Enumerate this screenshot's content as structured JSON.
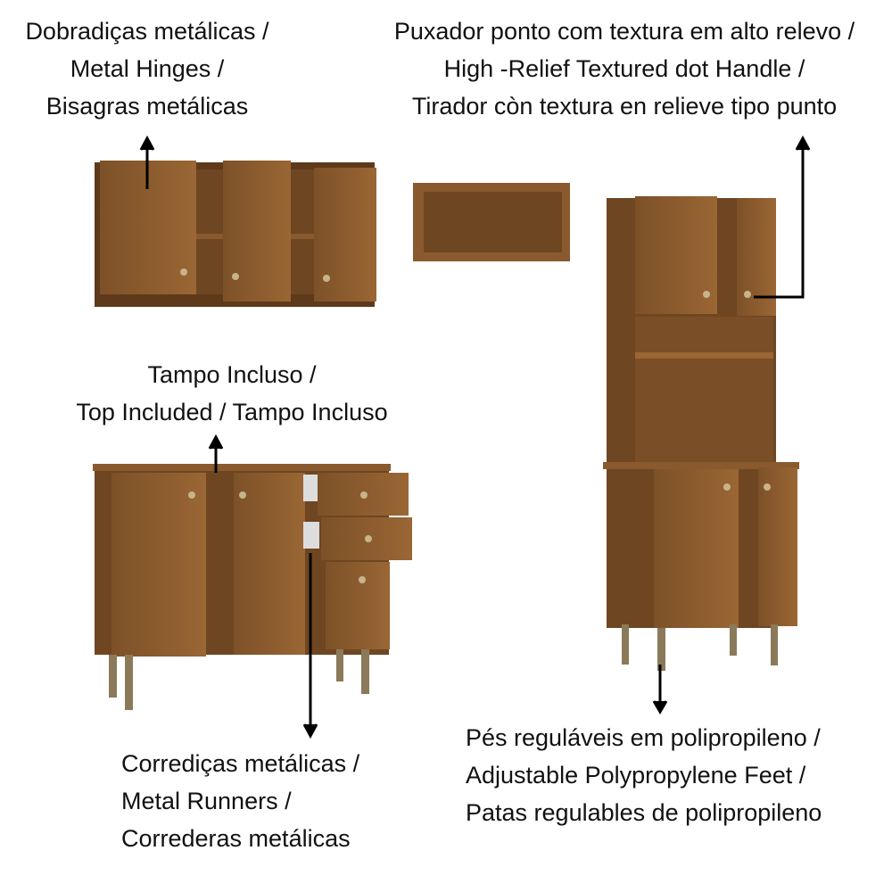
{
  "colors": {
    "wood": "#8a5a2e",
    "wood_dark": "#5e3a1a",
    "wood_light": "#9c6a3a",
    "leg": "#8b7a5a",
    "arrow": "#000000"
  },
  "labels": {
    "hinges": [
      "Dobradiças metálicas /",
      "Metal Hinges /",
      "Bisagras metálicas"
    ],
    "handle": [
      "Puxador ponto com textura  em alto relevo /",
      "High -Relief Textured dot Handle /",
      "Tirador còn textura en relieve tipo punto"
    ],
    "top": [
      "Tampo Incluso /",
      "Top Included / Tampo Incluso"
    ],
    "runners": [
      "Corrediças metálicas /",
      "Metal Runners /",
      "Correderas metálicas"
    ],
    "feet": [
      "Pés reguláveis em polipropileno  /",
      "Adjustable Polypropylene Feet /",
      "Patas regulables de polipropileno"
    ]
  }
}
